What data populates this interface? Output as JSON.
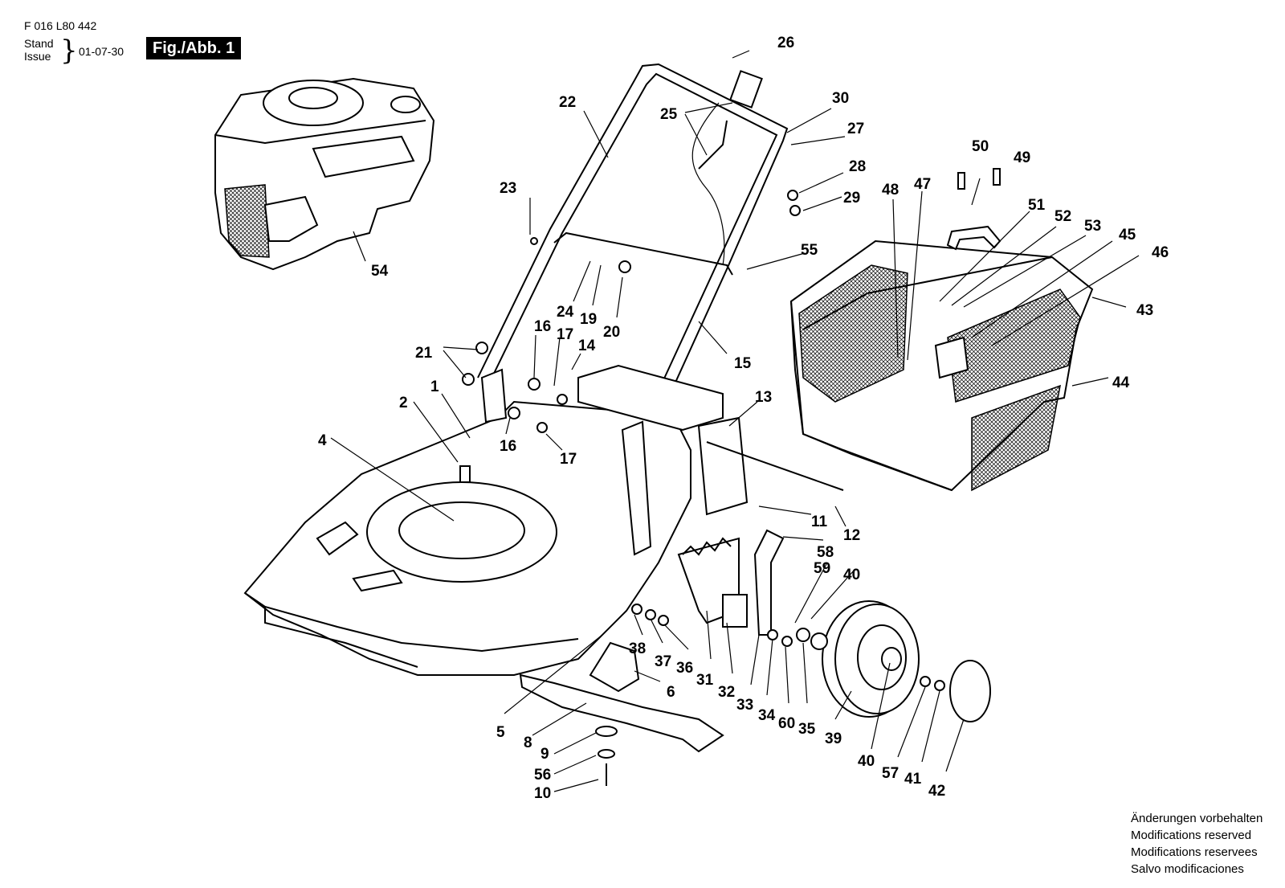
{
  "header": {
    "doc_number": "F 016 L80 442",
    "stand_label": "Stand",
    "issue_label": "Issue",
    "issue_date": "01-07-30",
    "figure_label": "Fig./Abb. 1"
  },
  "footer": {
    "notes": [
      "Änderungen vorbehalten",
      "Modifications reserved",
      "Modifications reservees",
      "Salvo modificaciones"
    ]
  },
  "callouts": [
    {
      "id": "26",
      "label": "26"
    },
    {
      "id": "22",
      "label": "22"
    },
    {
      "id": "25",
      "label": "25"
    },
    {
      "id": "30",
      "label": "30"
    },
    {
      "id": "27",
      "label": "27"
    },
    {
      "id": "50",
      "label": "50"
    },
    {
      "id": "49",
      "label": "49"
    },
    {
      "id": "28",
      "label": "28"
    },
    {
      "id": "23",
      "label": "23"
    },
    {
      "id": "48",
      "label": "48"
    },
    {
      "id": "47",
      "label": "47"
    },
    {
      "id": "29",
      "label": "29"
    },
    {
      "id": "51",
      "label": "51"
    },
    {
      "id": "52",
      "label": "52"
    },
    {
      "id": "53",
      "label": "53"
    },
    {
      "id": "45",
      "label": "45"
    },
    {
      "id": "55",
      "label": "55"
    },
    {
      "id": "46",
      "label": "46"
    },
    {
      "id": "54",
      "label": "54"
    },
    {
      "id": "43",
      "label": "43"
    },
    {
      "id": "24",
      "label": "24"
    },
    {
      "id": "19",
      "label": "19"
    },
    {
      "id": "20",
      "label": "20"
    },
    {
      "id": "16a",
      "label": "16"
    },
    {
      "id": "17a",
      "label": "17"
    },
    {
      "id": "14",
      "label": "14"
    },
    {
      "id": "21",
      "label": "21"
    },
    {
      "id": "15",
      "label": "15"
    },
    {
      "id": "44",
      "label": "44"
    },
    {
      "id": "1",
      "label": "1"
    },
    {
      "id": "2",
      "label": "2"
    },
    {
      "id": "13",
      "label": "13"
    },
    {
      "id": "4",
      "label": "4"
    },
    {
      "id": "16b",
      "label": "16"
    },
    {
      "id": "17b",
      "label": "17"
    },
    {
      "id": "11",
      "label": "11"
    },
    {
      "id": "12",
      "label": "12"
    },
    {
      "id": "58",
      "label": "58"
    },
    {
      "id": "59",
      "label": "59"
    },
    {
      "id": "40a",
      "label": "40"
    },
    {
      "id": "38",
      "label": "38"
    },
    {
      "id": "37",
      "label": "37"
    },
    {
      "id": "36",
      "label": "36"
    },
    {
      "id": "31",
      "label": "31"
    },
    {
      "id": "6",
      "label": "6"
    },
    {
      "id": "32",
      "label": "32"
    },
    {
      "id": "33",
      "label": "33"
    },
    {
      "id": "34",
      "label": "34"
    },
    {
      "id": "60",
      "label": "60"
    },
    {
      "id": "35",
      "label": "35"
    },
    {
      "id": "39",
      "label": "39"
    },
    {
      "id": "5",
      "label": "5"
    },
    {
      "id": "8",
      "label": "8"
    },
    {
      "id": "9",
      "label": "9"
    },
    {
      "id": "40b",
      "label": "40"
    },
    {
      "id": "57",
      "label": "57"
    },
    {
      "id": "41",
      "label": "41"
    },
    {
      "id": "42",
      "label": "42"
    },
    {
      "id": "56",
      "label": "56"
    },
    {
      "id": "10",
      "label": "10"
    }
  ]
}
